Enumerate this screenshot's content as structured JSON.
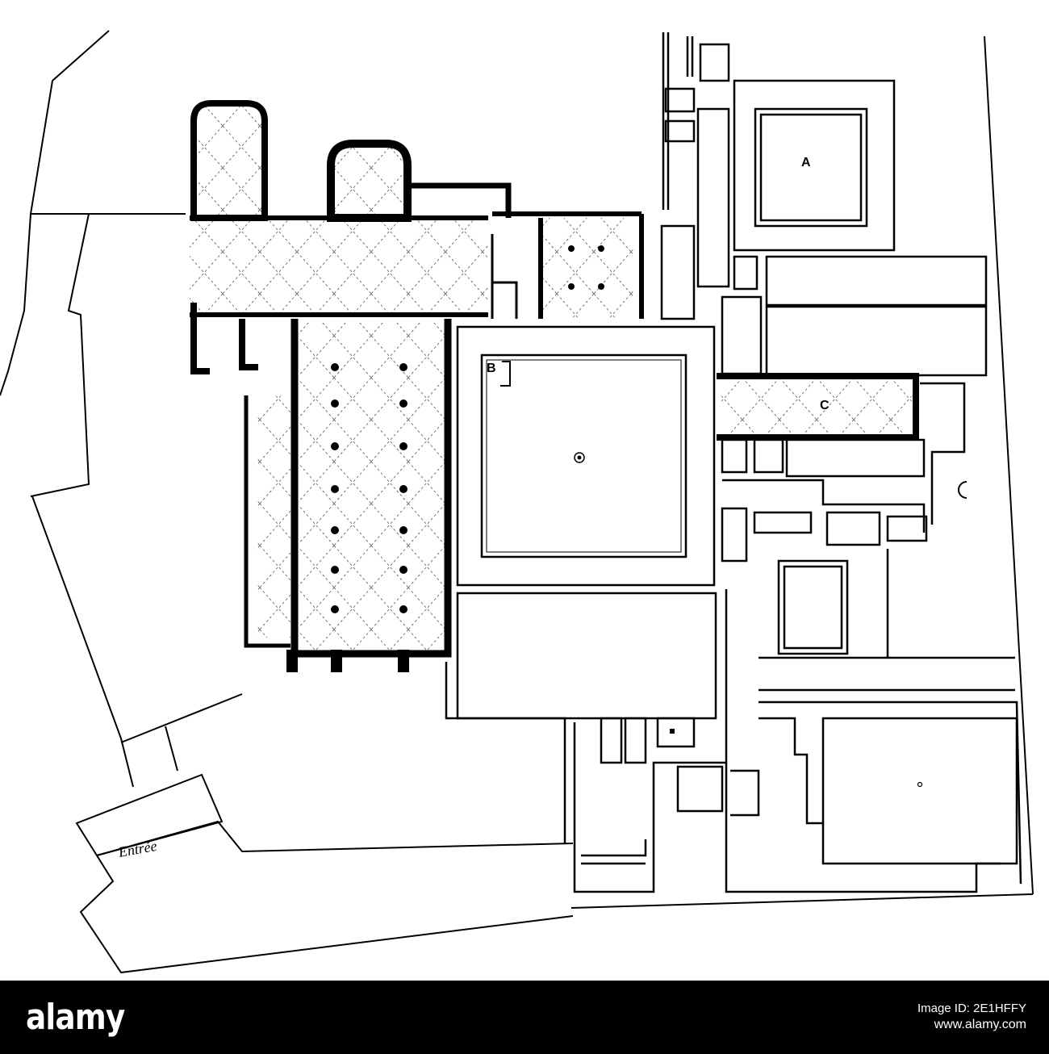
{
  "plan": {
    "labels": {
      "a": "A",
      "b": "B",
      "c": "C",
      "entrance": "Entrée"
    },
    "colors": {
      "ink": "#000000",
      "paper": "#ffffff",
      "hatch": "#555555"
    }
  },
  "banner": {
    "logo": "alamy",
    "image_id": "Image ID: 2E1HFFY",
    "url": "www.alamy.com"
  }
}
